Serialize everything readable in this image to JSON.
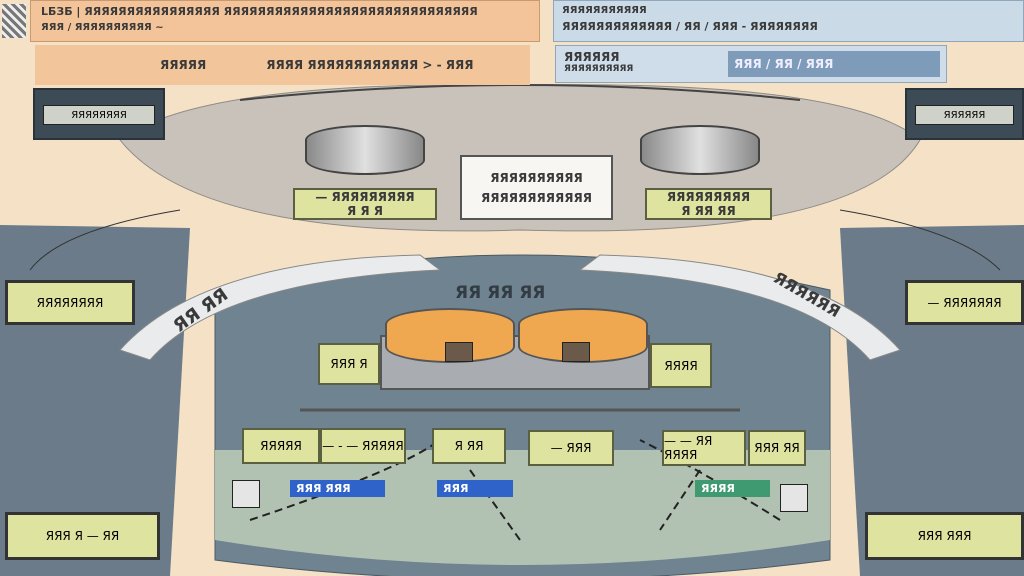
{
  "header_left": {
    "line1": "LБЗБ | ЯЯЯЯЯЯЯЯЯЯЯЯЯЯЯЯ ЯЯЯЯЯЯЯЯЯЯЯЯЯЯЯЯЯЯЯЯЯЯЯЯЯЯЯЯЯЯ",
    "line2": "ЯЯЯ / ЯЯЯЯЯЯЯЯЯЯ ~",
    "sub_a": "ЯЯЯЯЯ",
    "sub_b": "ЯЯЯЯ ЯЯЯЯЯЯЯЯЯЯЯЯ > - ЯЯЯ"
  },
  "header_right": {
    "line1": "ЯЯЯЯЯЯЯЯЯЯЯ",
    "line2": "ЯЯЯЯЯЯЯЯЯЯЯЯЯ / ЯЯ / ЯЯЯ - ЯЯЯЯЯЯЯЯ",
    "sub_label": "ЯЯЯЯЯЯ",
    "sub_small": "ЯЯЯЯЯЯЯЯЯЯ",
    "bar_text": "ЯЯЯ / ЯЯ / ЯЯЯ"
  },
  "top_center_box": {
    "line1": "ЯЯЯЯЯЯЯЯЯЯ",
    "line2": "ЯЯЯЯЯЯЯЯЯЯЯЯ"
  },
  "top_left_label": {
    "line1": "— ЯЯЯЯЯЯЯЯЯ",
    "line2": "Я Я  Я"
  },
  "top_right_label": {
    "line1": "ЯЯЯЯЯЯЯЯЯ",
    "line2": "Я ЯЯ ЯЯ"
  },
  "center_title": "ЯЯ ЯЯ ЯЯ",
  "arrow_left": "ЯЯ ЯЯ",
  "arrow_right": "ЯЯЯЯЯЯ",
  "side_boxes": {
    "top_left": "ЯЯЯЯЯЯЯЯ",
    "top_right": "ЯЯЯЯЯЯ",
    "left": "ЯЯЯЯЯЯЯЯ",
    "right": "— ЯЯЯЯЯЯЯ",
    "bottom_left": "ЯЯЯ  Я — ЯЯ",
    "bottom_right": "ЯЯЯ    ЯЯЯ"
  },
  "mid_labels": {
    "left": "ЯЯЯ Я",
    "right": "ЯЯЯЯ"
  },
  "lower_labels": [
    "ЯЯЯЯЯ",
    "— - —  ЯЯЯЯЯ",
    "Я  ЯЯ",
    "—  ЯЯЯ",
    "— — ЯЯ ЯЯЯЯ",
    "ЯЯЯ ЯЯ"
  ],
  "tags": {
    "blue1": "ЯЯЯ ЯЯЯ",
    "blue2": "ЯЯЯ",
    "green": "ЯЯЯЯ"
  },
  "colors": {
    "accent_blue": "#2f63c9",
    "accent_green": "#3f9a72",
    "disc_orange": "#f0a850"
  }
}
